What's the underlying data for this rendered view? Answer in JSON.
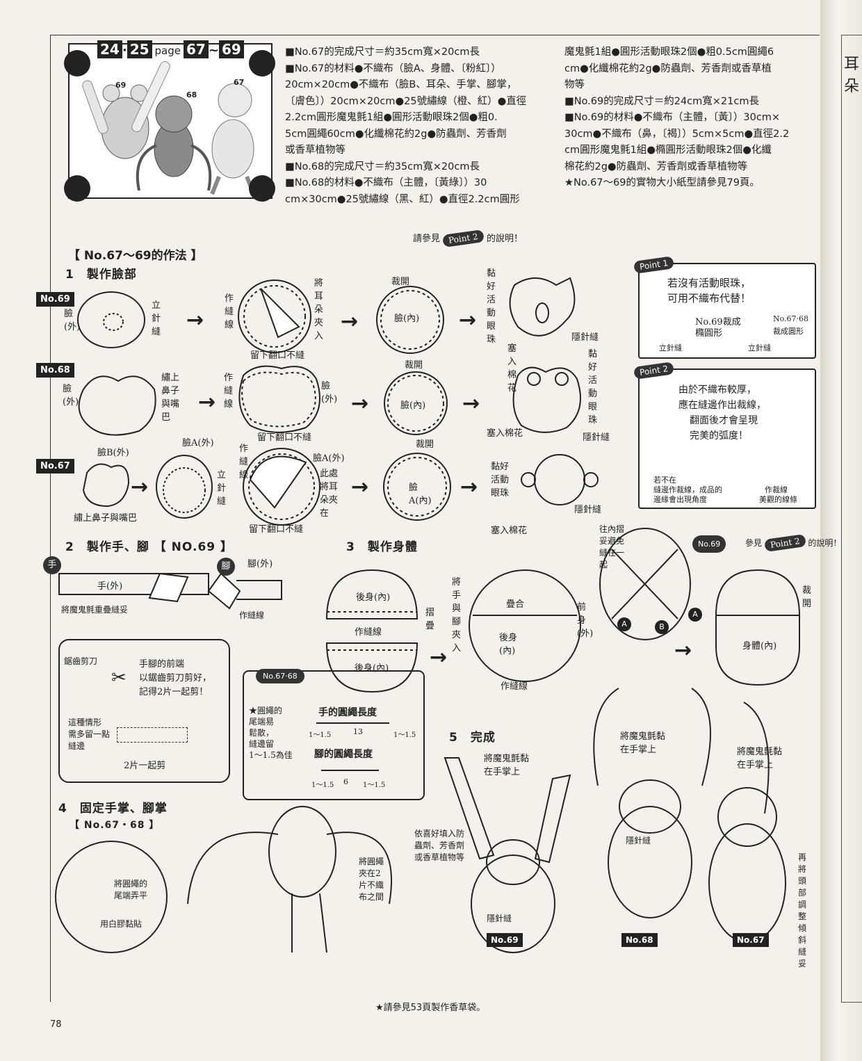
{
  "header": {
    "tag_a": "24",
    "tag_sep": "·",
    "tag_b": "25",
    "page_word": "page",
    "page_a": "67",
    "page_tilde": "~",
    "page_b": "69"
  },
  "photo_labels": {
    "a": "69",
    "b": "68",
    "c": "67"
  },
  "materials_left": [
    "■No.67的完成尺寸＝約35cm寬×20cm長",
    "■No.67的材料●不織布（臉A、身體、〔粉紅〕）",
    "20cm×20cm●不織布（臉B、耳朵、手掌、腳掌，",
    "〔膚色〕）20cm×20cm●25號繡線（橙、紅）●直徑",
    "2.2cm圓形魔鬼氈1組●圓形活動眼珠2個●粗0.",
    "5cm圓繩60cm●化纖棉花約2g●防蟲劑、芳香劑",
    "或香草植物等",
    "■No.68的完成尺寸＝約35cm寬×20cm長",
    "■No.68的材料●不織布（主體，〔黃綠〕）30",
    "cm×30cm●25號繡線（黑、紅）●直徑2.2cm圓形"
  ],
  "materials_right": [
    "魔鬼氈1組●圓形活動眼珠2個●粗0.5cm圓繩6",
    "cm●化纖棉花約2g●防蟲劑、芳香劑或香草植",
    "物等",
    "■No.69的完成尺寸＝約24cm寬×21cm長",
    "■No.69的材料●不織布（主體，〔黃〕）30cm×",
    "30cm●不織布（鼻，〔褐〕）5cm×5cm●直徑2.2",
    "cm圓形魔鬼氈1組●橢圓形活動眼珠2個●化纖",
    "棉花約2g●防蟲劑、芳香劑或香草植物等",
    "★No.67～69的實物大小紙型請參見79頁。"
  ],
  "method_title": "【 No.67～69的作法 】",
  "step1": "1　製作臉部",
  "step2": "2　製作手、腳",
  "step2_tag": "【 NO.69 】",
  "step3": "3　製作身體",
  "step4": "4　固定手掌、腳掌",
  "step4_tag": "【 No.67・68 】",
  "step5": "5　完成",
  "tabs": {
    "n69": "No.69",
    "n68": "No.68",
    "n67": "No.67"
  },
  "point1": {
    "badge": "Point 1",
    "text1": "若沒有活動眼珠，",
    "text2": "可用不織布代替！",
    "sub1": "No.69裁成",
    "sub2": "橢圓形",
    "sub3": "No.67‧68",
    "sub4": "裁成圓形",
    "sub5": "立針縫",
    "sub6": "立針縫"
  },
  "point2": {
    "badge": "Point 2",
    "text1": "由於不織布較厚，",
    "text2": "應在縫邊作出裁線，",
    "text3": "翻面後才會呈現",
    "text4": "完美的弧度！",
    "sub1": "若不在",
    "sub2": "縫邊作裁線，成品的",
    "sub3": "邊緣會出現角度",
    "sub4": "作裁線",
    "sub5": "美觀的線條"
  },
  "refer_note": {
    "pre": "請參見",
    "badge": "Point 2",
    "post": "的說明！"
  },
  "refer_note2": {
    "pre": "參見",
    "badge": "Point 2",
    "post": "的說明！"
  },
  "face_labels": {
    "f69_face": "臉(外)",
    "f69_stitch": "立針縫",
    "f69_seam": "作縫線",
    "f69_ear": "將耳朵夾入",
    "f69_leave": "留下翻口不縫",
    "f69_cut": "裁開",
    "f69_inner": "臉(內)",
    "f69_eye": "黏好活動眼珠",
    "f69_cotton": "塞入棉花",
    "f69_hidden": "隱針縫",
    "f68_face": "臉(外)",
    "f68_nose": "繡上鼻子與嘴巴",
    "f68_seam": "作縫線",
    "f68_out": "臉(外)",
    "f68_leave": "留下翻口不縫",
    "f68_cut": "裁開",
    "f68_inner": "臉(內)",
    "f68_eye": "黏好活動眼珠",
    "f68_cotton": "塞入棉花",
    "f68_hidden": "隱針縫",
    "f67_faceb": "臉B(外)",
    "f67_facea": "臉A(外)",
    "f67_nose": "繡上鼻子與嘴巴",
    "f67_stitch": "立針縫",
    "f67_seam": "作縫線",
    "f67_facea2": "臉A(外)",
    "f67_ear": "此處將耳朵夾在",
    "f67_leave": "留下翻口不縫",
    "f67_cut": "裁開",
    "f67_inner": "臉A(內)",
    "f67_eye": "黏好活動眼珠",
    "f67_cotton": "塞入棉花",
    "f67_hidden": "隱針縫"
  },
  "hand_labels": {
    "hand_badge": "手",
    "hand_out": "手(外)",
    "hand_note": "將魔鬼氈重疊縫妥",
    "foot_badge": "腳",
    "foot_out": "腳(外)",
    "foot_seam": "作縫線",
    "scissors": "鋸齒剪刀",
    "tip1": "手腳的前端",
    "tip2": "以鋸齒剪刀剪好，",
    "tip3": "記得2片一起剪！",
    "side1": "這種情形",
    "side2": "需多留一點縫邊",
    "two": "2片一起剪"
  },
  "rope": {
    "badge": "No.67‧68",
    "note1": "★圓繩的",
    "note2": "尾端易",
    "note3": "鬆散，",
    "note4": "縫邊留",
    "note5": "1～1.5為佳",
    "hand_title": "手的圓繩長度",
    "foot_title": "腳的圓繩長度",
    "h_a": "1～1.5",
    "h_b": "13",
    "h_c": "1～1.5",
    "f_a": "1～1.5",
    "f_b": "6",
    "f_c": "1～1.5"
  },
  "body_labels": {
    "back_in": "後身(內)",
    "seam1": "作縫線",
    "back_in2": "後身(內)",
    "overlap": "摺疊",
    "insert": "將手與腳夾入",
    "overlap2": "疊合",
    "back3": "後身(內)",
    "front": "前身(外)",
    "seam2": "作縫線",
    "fold_note": "往內摺妥避免縫在一起",
    "tagn69": "No.69",
    "A1": "A",
    "A2": "A",
    "B": "B",
    "body_in": "身體(內)",
    "cut": "裁開"
  },
  "step4_labels": {
    "rope_end": "將圓繩的尾端弄平",
    "tape": "用白膠黏貼",
    "rope_between": "將圓繩夾在2片不織布之間"
  },
  "step5_labels": {
    "velcro1": "將魔鬼氈黏在手掌上",
    "velcro2": "將魔鬼氈黏在手掌上",
    "velcro3": "將魔鬼氈黏在手掌上",
    "herb": "依喜好填入防蟲劑、芳香劑或香草植物等",
    "hidden69": "隱針縫",
    "hidden68": "隱針縫",
    "adjust": "再將頭部調整傾斜縫妥",
    "t69": "No.69",
    "t68": "No.68",
    "t67": "No.67"
  },
  "footer": {
    "page_no": "78",
    "note": "★請參見53頁製作香草袋。"
  },
  "spine_text": "耳朵"
}
